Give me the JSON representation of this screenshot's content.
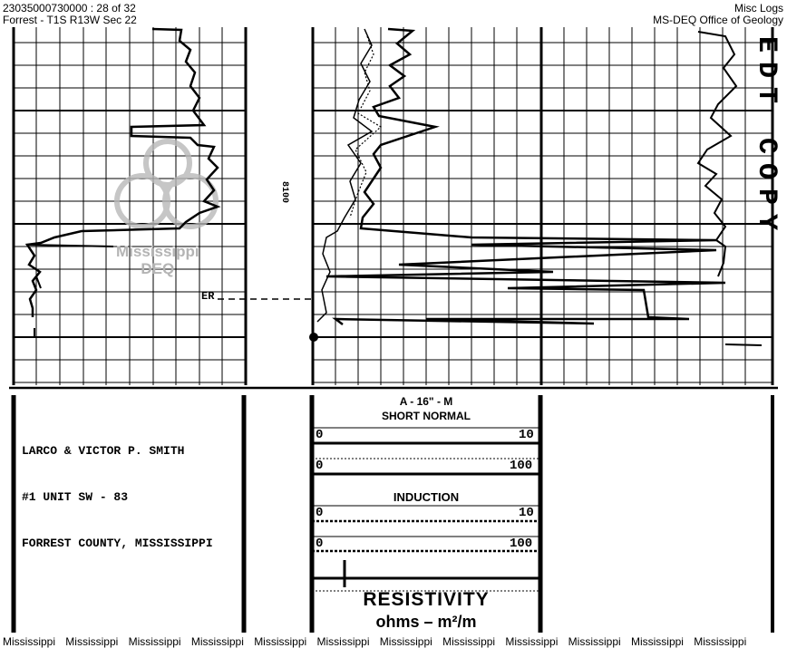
{
  "header": {
    "left_line1": "23035000730000 : 28 of 32",
    "left_line2": "Forrest - T1S R13W Sec 22",
    "right_line1": "Misc Logs",
    "right_line2": "MS-DEQ Office of Geology"
  },
  "log": {
    "depth_label": "8100",
    "marker_label": "ER",
    "vertical_stamp": "EDT COPY"
  },
  "watermark": {
    "line1": "Mississippi",
    "line2": "DEQ"
  },
  "heading": {
    "line1": "LARCO & VICTOR P. SMITH",
    "line2": "#1 UNIT SW - 83",
    "line3": "FORREST COUNTY, MISSISSIPPI"
  },
  "scales": {
    "short_normal_title": "A - 16\" - M",
    "short_normal_subtitle": "SHORT NORMAL",
    "sn_row1_min": "0",
    "sn_row1_max": "10",
    "sn_row2_min": "0",
    "sn_row2_max": "100",
    "induction_title": "INDUCTION",
    "ind_row1_min": "0",
    "ind_row1_max": "10",
    "ind_row2_min": "0",
    "ind_row2_max": "100",
    "resistivity_title": "RESISTIVITY",
    "resistivity_units": "ohms – m²/m"
  },
  "footer": {
    "items": [
      "Mississippi",
      "Mississippi",
      "Mississippi",
      "Mississippi",
      "Mississippi",
      "Mississippi",
      "Mississippi",
      "Mississippi",
      "Mississippi",
      "Mississippi",
      "Mississippi",
      "Mississippi"
    ]
  }
}
